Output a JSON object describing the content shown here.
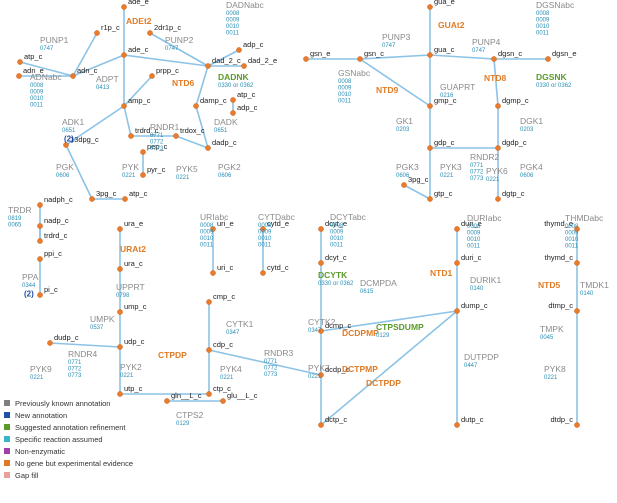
{
  "nodes": [
    {
      "id": "ade_e",
      "label": "ade_e"
    },
    {
      "id": "r1p_c",
      "label": "r1p_c"
    },
    {
      "id": "2dr1p_c_top",
      "label": "2dr1p_c"
    },
    {
      "id": "atp_c_1",
      "label": "atp_c"
    },
    {
      "id": "adn_e",
      "label": "adn_e"
    },
    {
      "id": "adn_c",
      "label": "adn_c"
    },
    {
      "id": "ade_c",
      "label": "ade_c"
    },
    {
      "id": "prpp_c_1",
      "label": "prpp_c"
    },
    {
      "id": "dad2_c",
      "label": "dad_2_c"
    },
    {
      "id": "dad2_e",
      "label": "dad_2_e"
    },
    {
      "id": "adp_c_1",
      "label": "adp_c"
    },
    {
      "id": "amp_c",
      "label": "amp_c"
    },
    {
      "id": "damp_c",
      "label": "damp_c"
    },
    {
      "id": "adp_c_2",
      "label": "adp_c"
    },
    {
      "id": "atp_c_2",
      "label": "atp_c"
    },
    {
      "id": "dadp_c",
      "label": "dadp_c"
    },
    {
      "id": "13dpg_c_1",
      "label": "13dpg_c"
    },
    {
      "id": "trdrd_c_1",
      "label": "trdrd_c"
    },
    {
      "id": "trdox_c_1",
      "label": "trdox_c"
    },
    {
      "id": "pep_c_1",
      "label": "pep_c"
    },
    {
      "id": "pyr_c_1",
      "label": "pyr_c"
    },
    {
      "id": "3pg_c_1",
      "label": "3pg_c"
    },
    {
      "id": "atp_c_3",
      "label": "atp_c"
    },
    {
      "id": "gua_e",
      "label": "gua_e"
    },
    {
      "id": "gsn_e",
      "label": "gsn_e"
    },
    {
      "id": "gsn_c",
      "label": "gsn_c"
    },
    {
      "id": "gua_c",
      "label": "gua_c"
    },
    {
      "id": "dgsn_c",
      "label": "dgsn_c"
    },
    {
      "id": "dgsn_e",
      "label": "dgsn_e"
    },
    {
      "id": "gmp_c",
      "label": "gmp_c"
    },
    {
      "id": "dgmp_c",
      "label": "dgmp_c"
    },
    {
      "id": "gdp_c",
      "label": "gdp_c"
    },
    {
      "id": "dgdp_c",
      "label": "dgdp_c"
    },
    {
      "id": "gtp_c",
      "label": "gtp_c"
    },
    {
      "id": "dgtp_c",
      "label": "dgtp_c"
    },
    {
      "id": "3pg_c_2",
      "label": "3pg_c"
    },
    {
      "id": "nadph_c",
      "label": "nadph_c"
    },
    {
      "id": "nadp_c",
      "label": "nadp_c"
    },
    {
      "id": "trdrd_c_2",
      "label": "trdrd_c"
    },
    {
      "id": "ppi_c",
      "label": "ppi_c"
    },
    {
      "id": "pi_c",
      "label": "pi_c"
    },
    {
      "id": "ura_e",
      "label": "ura_e"
    },
    {
      "id": "ura_c",
      "label": "ura_c"
    },
    {
      "id": "ump_c",
      "label": "ump_c"
    },
    {
      "id": "udp_c",
      "label": "udp_c"
    },
    {
      "id": "utp_c",
      "label": "utp_c"
    },
    {
      "id": "dudp_c",
      "label": "dudp_c"
    },
    {
      "id": "uri_e",
      "label": "uri_e"
    },
    {
      "id": "uri_c",
      "label": "uri_c"
    },
    {
      "id": "cytd_e",
      "label": "cytd_e"
    },
    {
      "id": "cytd_c",
      "label": "cytd_c"
    },
    {
      "id": "cmp_c",
      "label": "cmp_c"
    },
    {
      "id": "cdp_c",
      "label": "cdp_c"
    },
    {
      "id": "ctp_c",
      "label": "ctp_c"
    },
    {
      "id": "dcyt_e",
      "label": "dcyt_e"
    },
    {
      "id": "dcyt_c",
      "label": "dcyt_c"
    },
    {
      "id": "dcmp_c",
      "label": "dcmp_c"
    },
    {
      "id": "dcdp_c",
      "label": "dcdp_c"
    },
    {
      "id": "dctp_c",
      "label": "dctp_c"
    },
    {
      "id": "duri_e",
      "label": "duri_e"
    },
    {
      "id": "duri_c",
      "label": "duri_c"
    },
    {
      "id": "dump_c",
      "label": "dump_c"
    },
    {
      "id": "dutp_c",
      "label": "dutp_c"
    },
    {
      "id": "thymd_e",
      "label": "thymd_e"
    },
    {
      "id": "thymd_c",
      "label": "thymd_c"
    },
    {
      "id": "dtmp_c",
      "label": "dtmp_c"
    },
    {
      "id": "dtdp_c",
      "label": "dtdp_c"
    },
    {
      "id": "gln_c",
      "label": "gln__L_c"
    },
    {
      "id": "glu_c",
      "label": "glu__L_c"
    }
  ],
  "reactions": [
    {
      "id": "ADEt2",
      "label": "ADEt2",
      "style": "orange",
      "ec": []
    },
    {
      "id": "PUNP1",
      "label": "PUNP1",
      "style": "gray",
      "ec": [
        "0747"
      ]
    },
    {
      "id": "PUNP2",
      "label": "PUNP2",
      "style": "gray",
      "ec": [
        "0747"
      ]
    },
    {
      "id": "DADNabc",
      "label": "DADNabc",
      "style": "gray",
      "ec": [
        "0008",
        "0009",
        "0010",
        "0011"
      ]
    },
    {
      "id": "ADNabc",
      "label": "ADNabc",
      "style": "gray",
      "ec": [
        "0008",
        "0009",
        "0010",
        "0011"
      ]
    },
    {
      "id": "ADPT",
      "label": "ADPT",
      "style": "gray",
      "ec": [
        "0413"
      ]
    },
    {
      "id": "NTD6",
      "label": "NTD6",
      "style": "orange",
      "ec": []
    },
    {
      "id": "DADNK",
      "label": "DADNK",
      "style": "green",
      "ec": [
        "0330",
        "0362"
      ],
      "or": "or"
    },
    {
      "id": "ADK1",
      "label": "ADK1",
      "style": "gray",
      "ec": [
        "0651"
      ],
      "note": "(2)"
    },
    {
      "id": "DADK",
      "label": "DADK",
      "style": "gray",
      "ec": [
        "0651"
      ]
    },
    {
      "id": "RNDR1",
      "label": "RNDR1",
      "style": "gray",
      "ec": [
        "0771",
        "0772",
        "0773"
      ]
    },
    {
      "id": "PGK",
      "label": "PGK",
      "style": "gray",
      "ec": [
        "0606"
      ]
    },
    {
      "id": "PYK",
      "label": "PYK",
      "style": "gray",
      "ec": [
        "0221"
      ]
    },
    {
      "id": "PYK5",
      "label": "PYK5",
      "style": "gray",
      "ec": [
        "0221"
      ]
    },
    {
      "id": "PGK2",
      "label": "PGK2",
      "style": "gray",
      "ec": [
        "0606"
      ]
    },
    {
      "id": "GUAt2",
      "label": "GUAt2",
      "style": "orange",
      "ec": []
    },
    {
      "id": "PUNP3",
      "label": "PUNP3",
      "style": "gray",
      "ec": [
        "0747"
      ]
    },
    {
      "id": "PUNP4",
      "label": "PUNP4",
      "style": "gray",
      "ec": [
        "0747"
      ]
    },
    {
      "id": "DGSNabc",
      "label": "DGSNabc",
      "style": "gray",
      "ec": [
        "0008",
        "0009",
        "0010",
        "0011"
      ]
    },
    {
      "id": "GSNabc",
      "label": "GSNabc",
      "style": "gray",
      "ec": [
        "0008",
        "0009",
        "0010",
        "0011"
      ]
    },
    {
      "id": "NTD9",
      "label": "NTD9",
      "style": "orange",
      "ec": []
    },
    {
      "id": "NTD8",
      "label": "NTD8",
      "style": "orange",
      "ec": []
    },
    {
      "id": "DGSNK",
      "label": "DGSNK",
      "style": "green",
      "ec": [
        "0330",
        "0362"
      ],
      "or": "or"
    },
    {
      "id": "GUAPRT",
      "label": "GUAPRT",
      "style": "gray",
      "ec": [
        "0216"
      ]
    },
    {
      "id": "GK1",
      "label": "GK1",
      "style": "gray",
      "ec": [
        "0203"
      ]
    },
    {
      "id": "DGK1",
      "label": "DGK1",
      "style": "gray",
      "ec": [
        "0203"
      ]
    },
    {
      "id": "PGK3",
      "label": "PGK3",
      "style": "gray",
      "ec": [
        "0606"
      ]
    },
    {
      "id": "PYK3",
      "label": "PYK3",
      "style": "gray",
      "ec": [
        "0221"
      ]
    },
    {
      "id": "RNDR2",
      "label": "RNDR2",
      "style": "gray",
      "ec": [
        "0771",
        "0772",
        "0773"
      ]
    },
    {
      "id": "PYK6",
      "label": "PYK6",
      "style": "gray",
      "ec": [
        "0221"
      ]
    },
    {
      "id": "PGK4",
      "label": "PGK4",
      "style": "gray",
      "ec": [
        "0606"
      ]
    },
    {
      "id": "TRDR",
      "label": "TRDR",
      "style": "gray",
      "ec": [
        "0819",
        "0065"
      ]
    },
    {
      "id": "PPA",
      "label": "PPA",
      "style": "gray",
      "ec": [
        "0344"
      ],
      "note": "(2)"
    },
    {
      "id": "URAt2",
      "label": "URAt2",
      "style": "orange",
      "ec": []
    },
    {
      "id": "UPPRT",
      "label": "UPPRT",
      "style": "gray",
      "ec": [
        "0798"
      ]
    },
    {
      "id": "UMPK",
      "label": "UMPK",
      "style": "gray",
      "ec": [
        "0537"
      ]
    },
    {
      "id": "RNDR4",
      "label": "RNDR4",
      "style": "gray",
      "ec": [
        "0771",
        "0772",
        "0773"
      ]
    },
    {
      "id": "PYK9",
      "label": "PYK9",
      "style": "gray",
      "ec": [
        "0221"
      ]
    },
    {
      "id": "PYK2",
      "label": "PYK2",
      "style": "gray",
      "ec": [
        "0221"
      ]
    },
    {
      "id": "URIabc",
      "label": "URIabc",
      "style": "gray",
      "ec": [
        "0008",
        "0009",
        "0010",
        "0011"
      ]
    },
    {
      "id": "CYTDabc",
      "label": "CYTDabc",
      "style": "gray",
      "ec": [
        "0008",
        "0009",
        "0010",
        "0011"
      ]
    },
    {
      "id": "DCYTabc",
      "label": "DCYTabc",
      "style": "gray",
      "ec": [
        "0008",
        "0009",
        "0010",
        "0011"
      ]
    },
    {
      "id": "DCYTK",
      "label": "DCYTK",
      "style": "green",
      "ec": [
        "0330",
        "0362"
      ],
      "or": "or"
    },
    {
      "id": "CYTK1",
      "label": "CYTK1",
      "style": "gray",
      "ec": [
        "0347"
      ]
    },
    {
      "id": "CYTK2",
      "label": "CYTK2",
      "style": "gray",
      "ec": [
        "0347"
      ]
    },
    {
      "id": "CTPDP",
      "label": "CTPDP",
      "style": "orange",
      "ec": []
    },
    {
      "id": "PYK4",
      "label": "PYK4",
      "style": "gray",
      "ec": [
        "0221"
      ]
    },
    {
      "id": "RNDR3",
      "label": "RNDR3",
      "style": "gray",
      "ec": [
        "0771",
        "0772",
        "0773"
      ]
    },
    {
      "id": "CTPS2",
      "label": "CTPS2",
      "style": "gray",
      "ec": [
        "0129"
      ]
    },
    {
      "id": "DCMPDA",
      "label": "DCMPDA",
      "style": "gray",
      "ec": [
        "0615"
      ]
    },
    {
      "id": "DCDPMP",
      "label": "DCDPMP",
      "style": "orange",
      "ec": []
    },
    {
      "id": "DCTPMP",
      "label": "DCTPMP",
      "style": "orange",
      "ec": []
    },
    {
      "id": "DCTPDP",
      "label": "DCTPDP",
      "style": "orange",
      "ec": []
    },
    {
      "id": "PYK7",
      "label": "PYK7",
      "style": "gray",
      "ec": [
        "0221"
      ]
    },
    {
      "id": "CTPSDUMP",
      "label": "CTPSDUMP",
      "style": "green",
      "ec": [
        "0129"
      ]
    },
    {
      "id": "DURIabc",
      "label": "DURIabc",
      "style": "gray",
      "ec": [
        "0008",
        "0009",
        "0010",
        "0011"
      ]
    },
    {
      "id": "NTD1",
      "label": "NTD1",
      "style": "orange",
      "ec": []
    },
    {
      "id": "DURIK1",
      "label": "DURIK1",
      "style": "gray",
      "ec": [
        "0140"
      ]
    },
    {
      "id": "DUTPDP",
      "label": "DUTPDP",
      "style": "gray",
      "ec": [
        "0447"
      ]
    },
    {
      "id": "THMDabc",
      "label": "THMDabc",
      "style": "gray",
      "ec": [
        "0008",
        "0009",
        "0010",
        "0011"
      ]
    },
    {
      "id": "TMDK1",
      "label": "TMDK1",
      "style": "gray",
      "ec": [
        "0140"
      ]
    },
    {
      "id": "NTD5",
      "label": "NTD5",
      "style": "orange",
      "ec": []
    },
    {
      "id": "TMPK",
      "label": "TMPK",
      "style": "gray",
      "ec": [
        "0045"
      ]
    },
    {
      "id": "PYK8",
      "label": "PYK8",
      "style": "gray",
      "ec": [
        "0221"
      ]
    }
  ],
  "legend": [
    {
      "label": "Previously known annotation",
      "color": "#7f7f7f"
    },
    {
      "label": "New annotation",
      "color": "#1f4fa8"
    },
    {
      "label": "Suggested annotation refinement",
      "color": "#5a9a2a"
    },
    {
      "label": "Specific reaction assumed",
      "color": "#38b6c8"
    },
    {
      "label": "Non-enzymatic",
      "color": "#a13fa8"
    },
    {
      "label": "No gene but experimental evidence",
      "color": "#e07b25"
    },
    {
      "label": "Gap fill",
      "color": "#e8a09a"
    }
  ],
  "colors": {
    "edge": "#8cc3e6",
    "node": "#e87b2c",
    "gray": "#8a8a8a",
    "orange": "#e07b25",
    "green": "#5a9a2a",
    "ec": "#2a8fb5"
  }
}
